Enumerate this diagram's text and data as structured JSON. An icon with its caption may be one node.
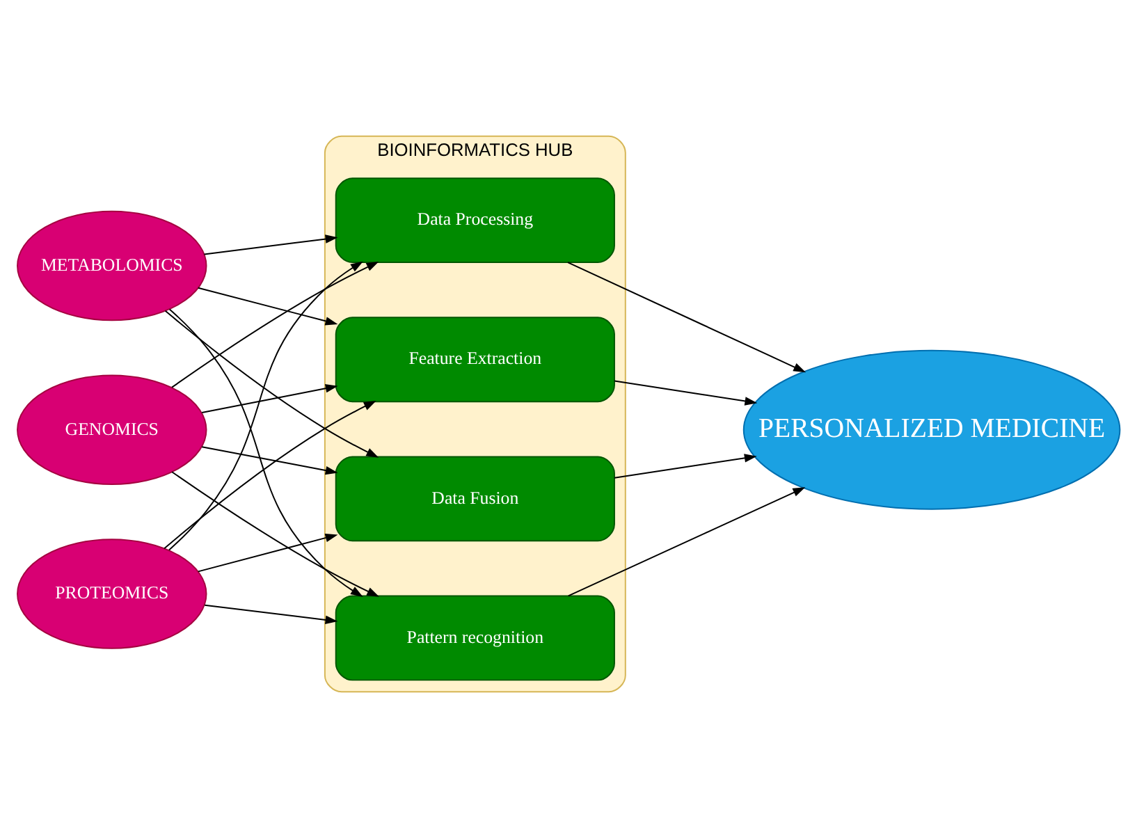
{
  "diagram": {
    "nodes": [
      {
        "text": [
          "GENOMICS"
        ]
      },
      {
        "text": [
          "PROTEOMICS"
        ]
      },
      {
        "text": [
          "METABOLOMICS"
        ]
      },
      {
        "text": [
          "BIOINFORMATICS HUB"
        ]
      },
      {
        "text": [
          "Data Processing"
        ],
        "in": 3
      },
      {
        "text": [
          "Feature Extraction"
        ],
        "in": 3
      },
      {
        "text": [
          "Data Fusion"
        ],
        "in": 3
      },
      {
        "text": [
          "Pattern recognition"
        ],
        "in": 3
      },
      {
        "text": [
          "PERSONALIZED MEDICINE"
        ]
      }
    ],
    "edges": [
      {
        "from": 0,
        "to": 4,
        "arrow": "to"
      },
      {
        "from": 0,
        "to": 5,
        "arrow": "to"
      },
      {
        "from": 0,
        "to": 6,
        "arrow": "to"
      },
      {
        "from": 0,
        "to": 7,
        "arrow": "to"
      },
      {
        "from": 1,
        "to": 4,
        "arrow": "to"
      },
      {
        "from": 1,
        "to": 5,
        "arrow": "to"
      },
      {
        "from": 1,
        "to": 6,
        "arrow": "to"
      },
      {
        "from": 1,
        "to": 7,
        "arrow": "to"
      },
      {
        "from": 2,
        "to": 4,
        "arrow": "to"
      },
      {
        "from": 2,
        "to": 5,
        "arrow": "to"
      },
      {
        "from": 2,
        "to": 6,
        "arrow": "to"
      },
      {
        "from": 2,
        "to": 7,
        "arrow": "to"
      },
      {
        "from": 4,
        "to": 8,
        "arrow": "to"
      },
      {
        "from": 5,
        "to": 8,
        "arrow": "to"
      },
      {
        "from": 6,
        "to": 8,
        "arrow": "to"
      },
      {
        "from": 7,
        "to": 8,
        "arrow": "to"
      }
    ]
  }
}
